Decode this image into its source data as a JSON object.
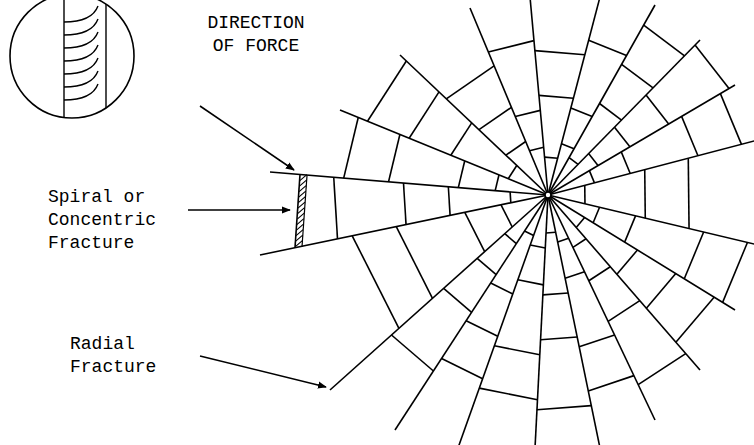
{
  "diagram": {
    "labels": [
      "DIRECTION OF FORCE",
      "Spiral or Concentric Fracture",
      "Radial Fracture"
    ]
  }
}
